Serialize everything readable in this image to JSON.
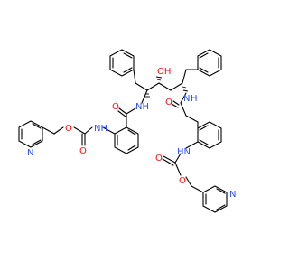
{
  "diagram": {
    "atom_labels": {
      "oh": "OH",
      "nh_left": "NH",
      "n_right": "N",
      "h_right": "H",
      "o_amide_left": "O",
      "o_amide_right": "O",
      "hn_right": "HN",
      "o_carbamate_left_1": "O",
      "o_carbamate_left_2": "O",
      "nh_carbamate_left": "NH",
      "o_carbamate_right_1": "O",
      "o_carbamate_right_2": "O",
      "n_pyridine_left": "N",
      "n_pyridine_right": "N"
    },
    "colors": {
      "bond": "#000000",
      "oxygen": "#ff0d0d",
      "nitrogen": "#3050f8",
      "background": "#ffffff"
    }
  }
}
